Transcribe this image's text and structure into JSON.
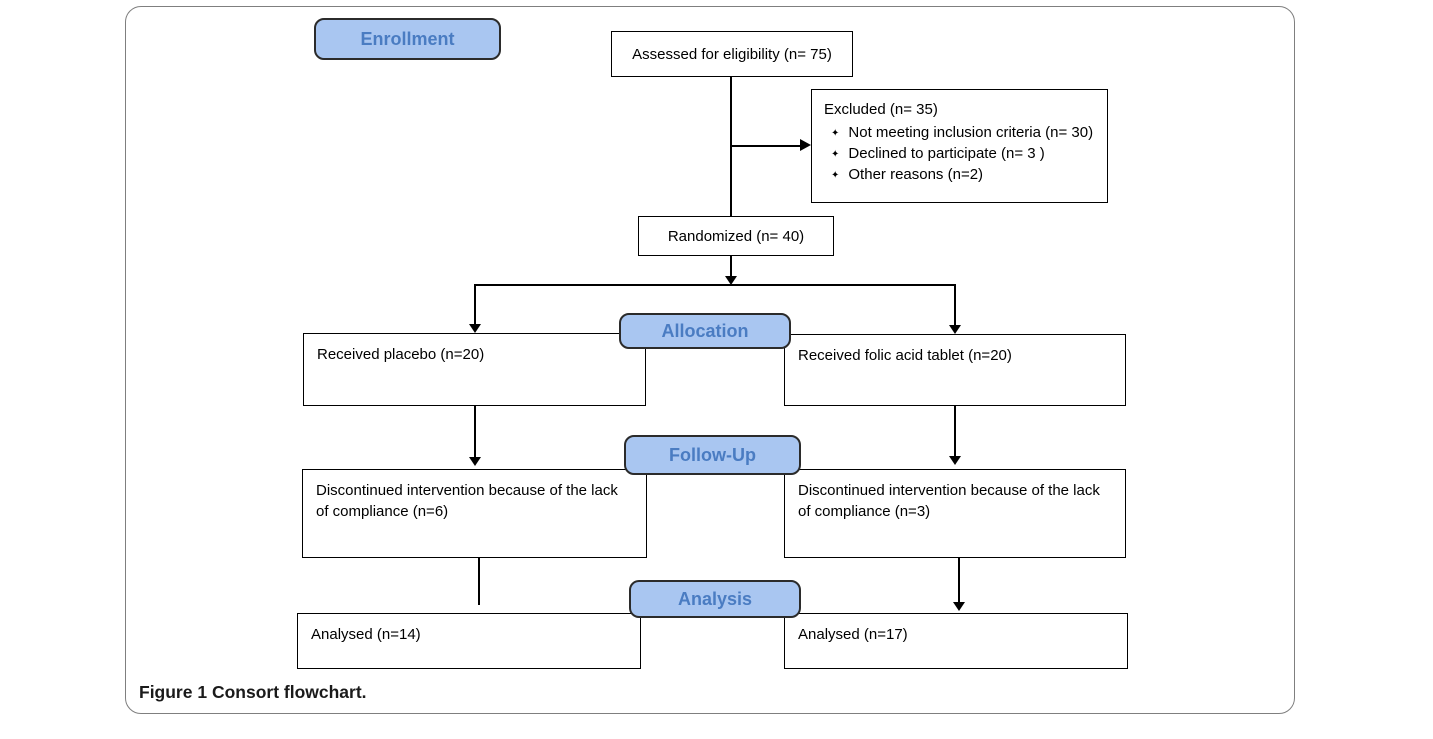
{
  "figure": {
    "caption_label": "Figure 1",
    "caption_text": "Consort flowchart."
  },
  "stage_labels": {
    "enrollment": "Enrollment",
    "allocation": "Allocation",
    "followup": "Follow-Up",
    "analysis": "Analysis"
  },
  "boxes": {
    "assessed": "Assessed for eligibility (n= 75)",
    "excluded": {
      "title": "Excluded (n= 35)",
      "items": [
        "Not meeting inclusion criteria (n= 30)",
        "Declined to participate (n= 3 )",
        "Other reasons (n=2)"
      ]
    },
    "randomized": "Randomized (n= 40)",
    "allocation_left": "Received placebo (n=20)",
    "allocation_right": "Received folic acid tablet (n=20)",
    "followup_left": "Discontinued intervention because of the lack of compliance (n=6)",
    "followup_right": "Discontinued intervention because of the lack of compliance (n=3)",
    "analysis_left": "Analysed (n=14)",
    "analysis_right": "Analysed (n=17)"
  },
  "icons": {
    "bullet": "✦"
  },
  "colors": {
    "stage_fill": "#a9c6f1",
    "stage_border": "#2b2b2b",
    "stage_text": "#4a7cc2",
    "box_border": "#000000",
    "line": "#000000",
    "panel_border": "#7f7f7f"
  }
}
